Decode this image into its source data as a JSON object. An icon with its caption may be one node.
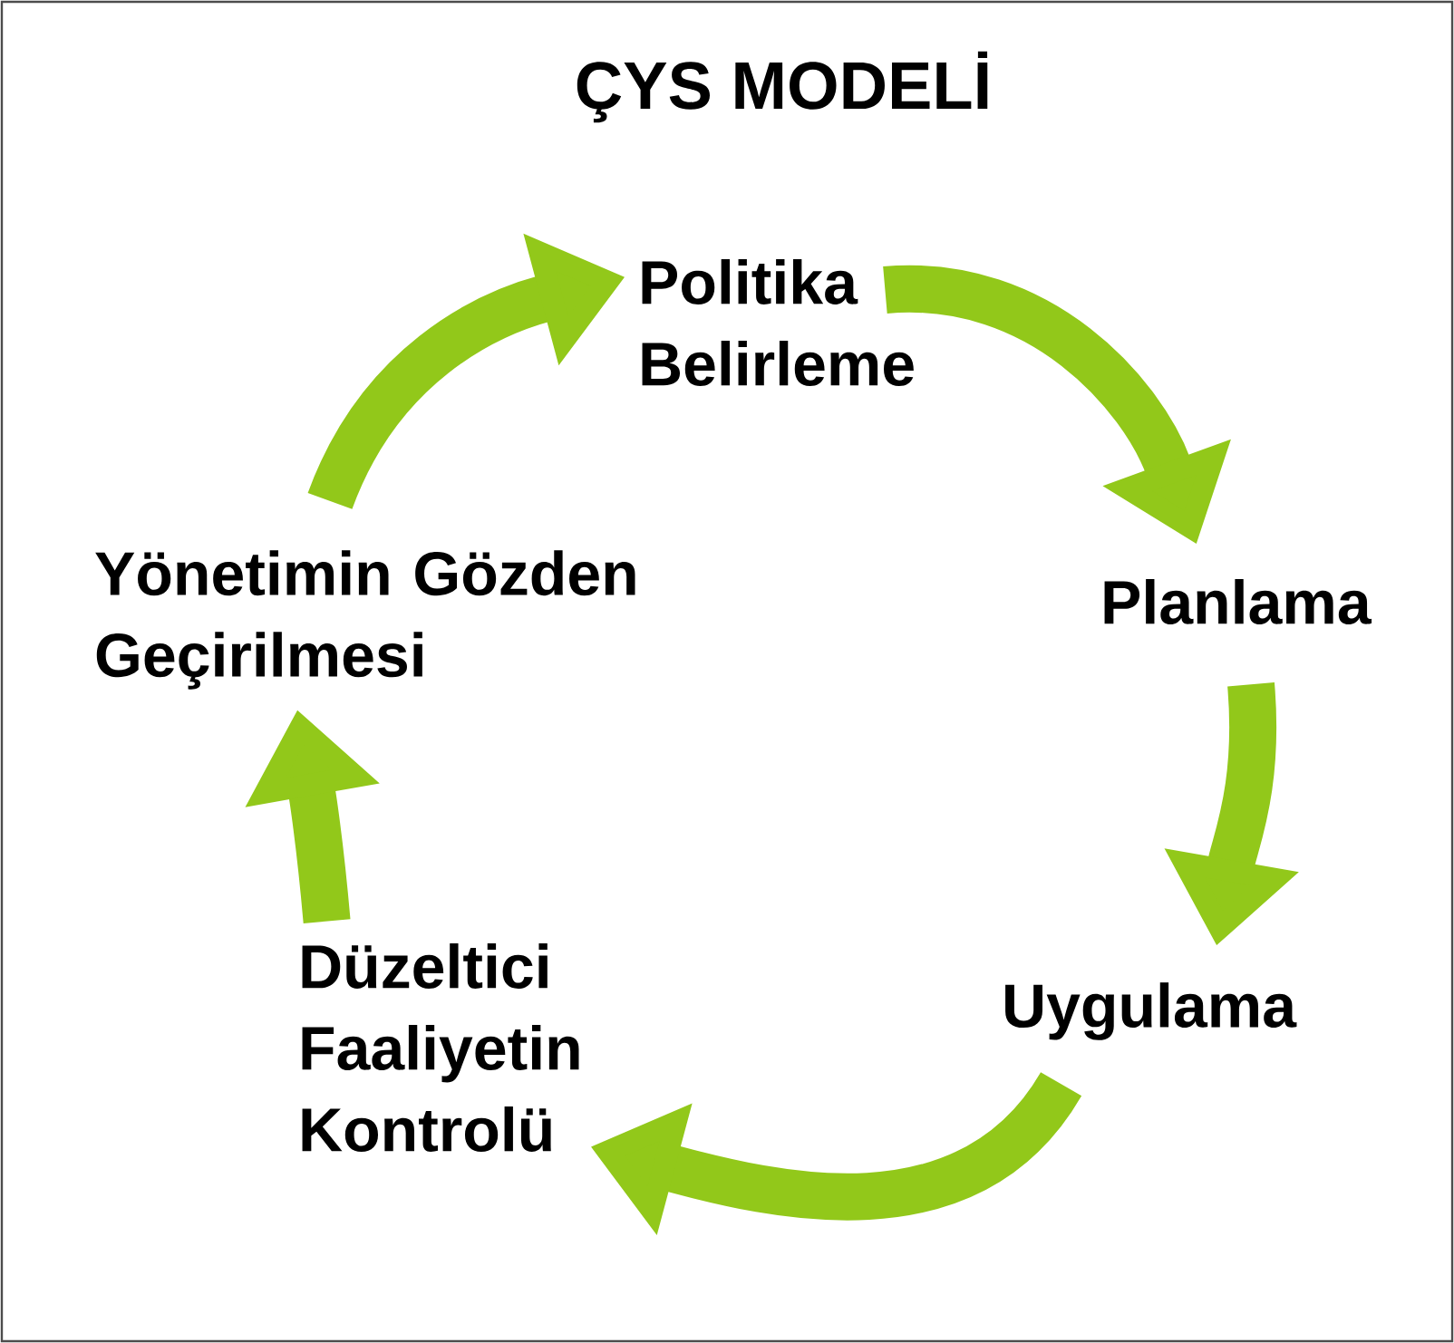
{
  "diagram": {
    "title": "ÇYS MODELİ",
    "nodes": [
      {
        "text": [
          "Politika Belirleme"
        ]
      },
      {
        "text": [
          "Planlama"
        ]
      },
      {
        "text": [
          "Uygulama"
        ]
      },
      {
        "text": [
          "Düzeltici Faaliyetin Kontrolü"
        ]
      },
      {
        "text": [
          "Yönetimin Gözden Geçirilmesi"
        ]
      }
    ],
    "edges": [
      {
        "from": 0,
        "to": 1,
        "arrow": "to"
      },
      {
        "from": 1,
        "to": 2,
        "arrow": "to"
      },
      {
        "from": 2,
        "to": 3,
        "arrow": "to"
      },
      {
        "from": 3,
        "to": 4,
        "arrow": "to"
      },
      {
        "from": 4,
        "to": 0,
        "arrow": "to"
      }
    ]
  }
}
